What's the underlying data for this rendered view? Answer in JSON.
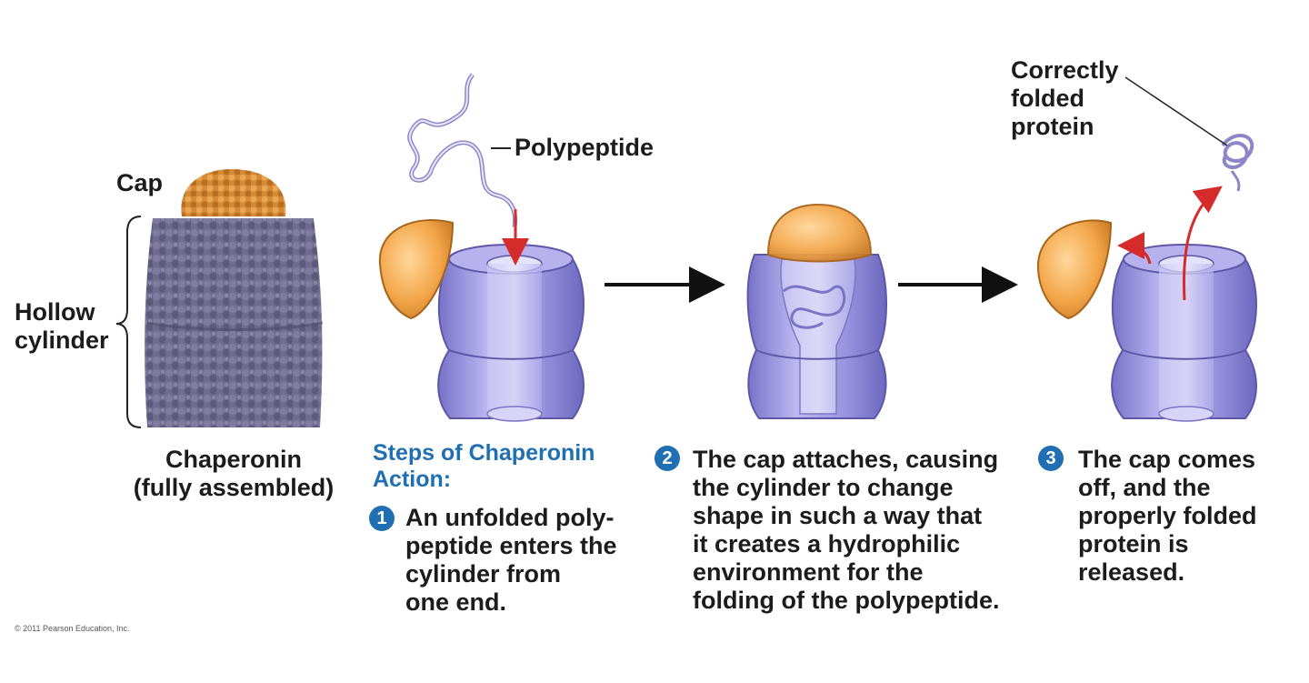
{
  "labels": {
    "cap": "Cap",
    "hollow_cylinder": "Hollow\ncylinder",
    "chaperonin": "Chaperonin\n(fully assembled)",
    "polypeptide": "Polypeptide",
    "correctly_folded": "Correctly\nfolded\nprotein"
  },
  "steps": {
    "title": "Steps of Chaperonin\nAction:",
    "items": [
      {
        "number": "1",
        "text": "An unfolded poly-\npeptide enters the\ncylinder from\none end."
      },
      {
        "number": "2",
        "text": "The cap attaches, causing\nthe cylinder to change\nshape in such a way that\nit creates a hydrophilic\nenvironment for the\nfolding of the polypeptide."
      },
      {
        "number": "3",
        "text": "The cap comes\noff, and the\nproperly folded\nprotein is\nreleased."
      }
    ]
  },
  "copyright": "© 2011 Pearson Education, Inc.",
  "colors": {
    "cap_orange": "#f3a64a",
    "cylinder_purple": "#8e88d6",
    "chaperonin_gray": "#6e6a8c",
    "arrow_red": "#d62b2b",
    "step_blue": "#1f6fb2"
  }
}
